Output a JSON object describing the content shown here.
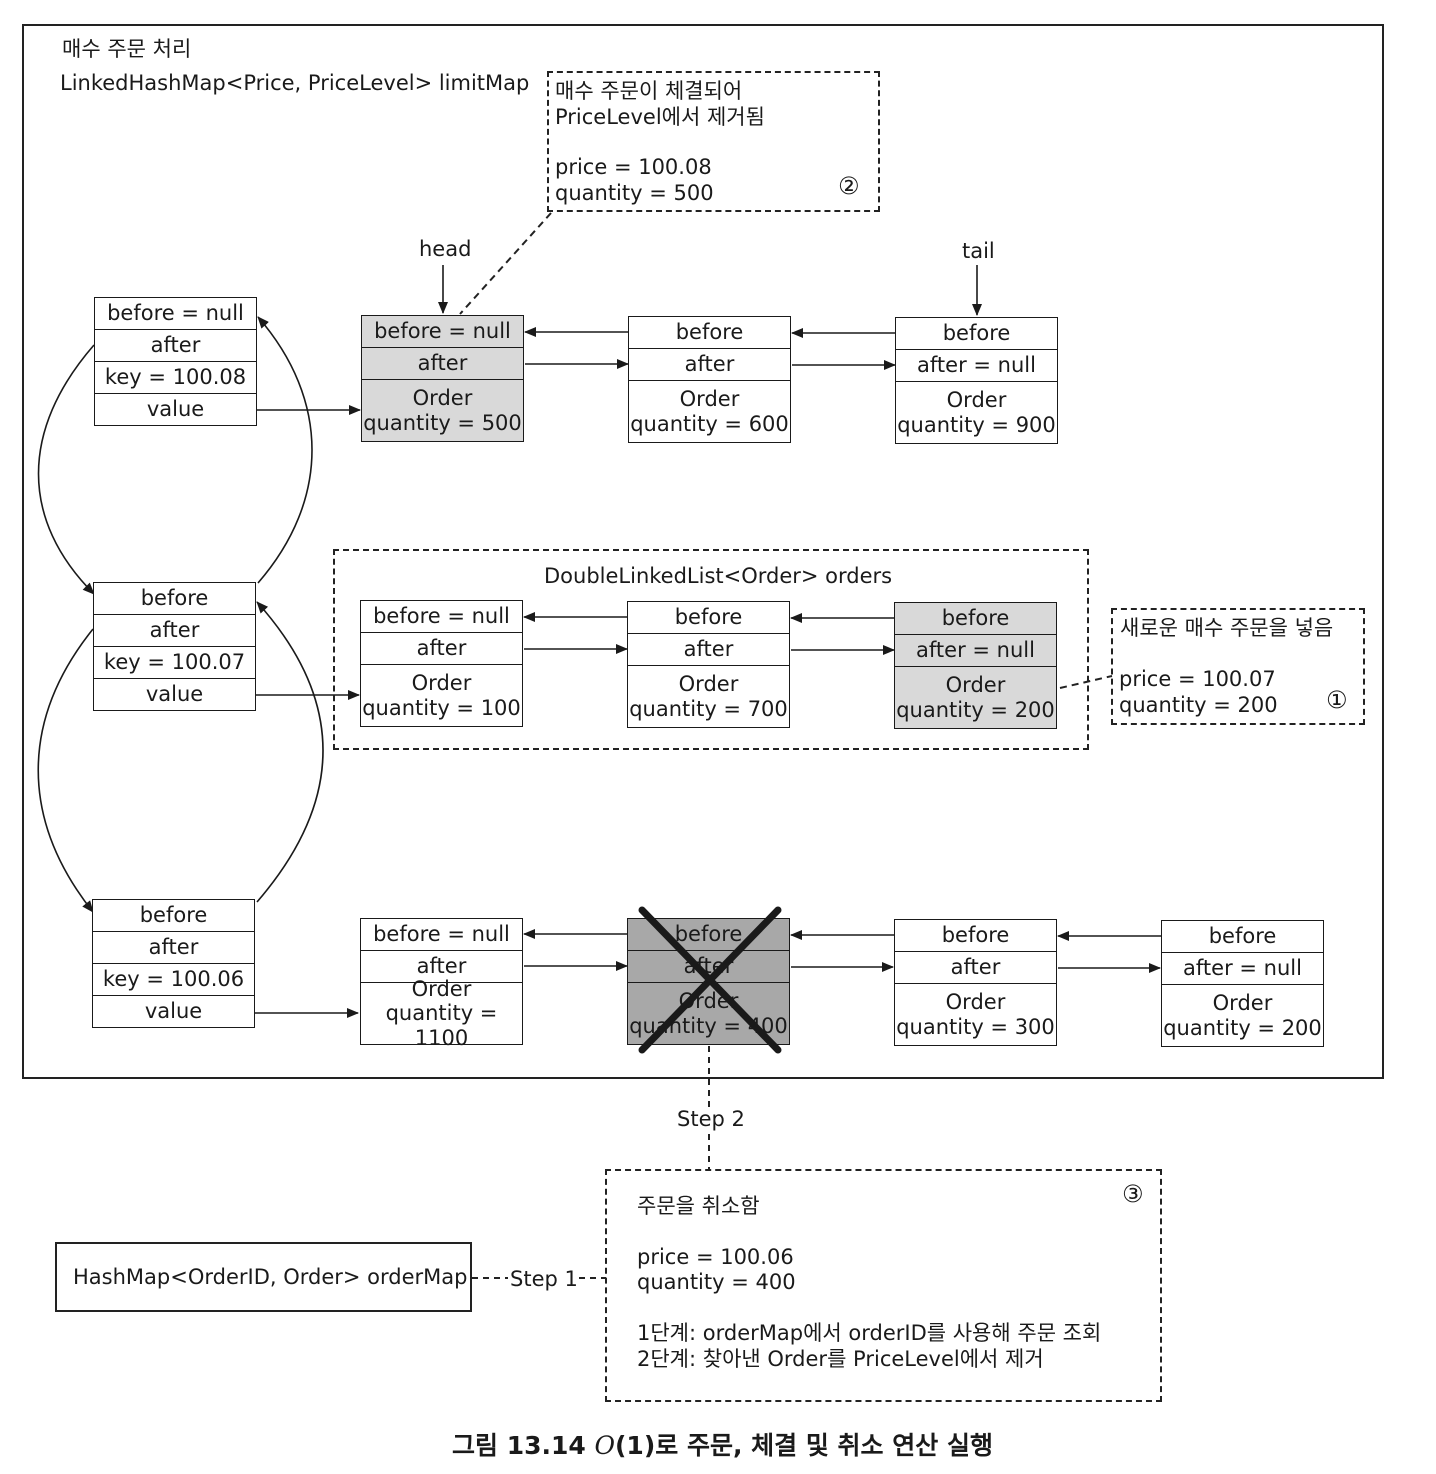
{
  "header": {
    "title": "매수 주문 처리",
    "limit_map": "LinkedHashMap<Price, PriceLevel> limitMap"
  },
  "price_levels": [
    {
      "before": "before = null",
      "after": "after",
      "key": "key = 100.08",
      "value": "value"
    },
    {
      "before": "before",
      "after": "after",
      "key": "key = 100.07",
      "value": "value"
    },
    {
      "before": "before",
      "after": "after",
      "key": "key = 100.06",
      "value": "value"
    }
  ],
  "row1": {
    "head_label": "head",
    "tail_label": "tail",
    "orders": [
      {
        "before": "before = null",
        "after": "after",
        "order": "Order",
        "quantity": "quantity = 500"
      },
      {
        "before": "before",
        "after": "after",
        "order": "Order",
        "quantity": "quantity = 600"
      },
      {
        "before": "before",
        "after": "after = null",
        "order": "Order",
        "quantity": "quantity = 900"
      }
    ]
  },
  "row2": {
    "list_label": "DoubleLinkedList<Order> orders",
    "orders": [
      {
        "before": "before = null",
        "after": "after",
        "order": "Order",
        "quantity": "quantity = 100"
      },
      {
        "before": "before",
        "after": "after",
        "order": "Order",
        "quantity": "quantity = 700"
      },
      {
        "before": "before",
        "after": "after = null",
        "order": "Order",
        "quantity": "quantity = 200"
      }
    ]
  },
  "row3": {
    "orders": [
      {
        "before": "before = null",
        "after": "after",
        "order": "Order",
        "quantity": "quantity = 1100"
      },
      {
        "before": "before",
        "after": "after",
        "order": "Order",
        "quantity": "quantity = 400"
      },
      {
        "before": "before",
        "after": "after",
        "order": "Order",
        "quantity": "quantity = 300"
      },
      {
        "before": "before",
        "after": "after = null",
        "order": "Order",
        "quantity": "quantity = 200"
      }
    ]
  },
  "callout_filled": {
    "line1": "매수 주문이 체결되어",
    "line2": "PriceLevel에서 제거됨",
    "price": "price = 100.08",
    "quantity": "quantity = 500",
    "num": "②"
  },
  "callout_new": {
    "line1": "새로운 매수 주문을 넣음",
    "price": "price = 100.07",
    "quantity": "quantity = 200",
    "num": "①"
  },
  "callout_cancel": {
    "line1": "주문을 취소함",
    "price": "price = 100.06",
    "quantity": "quantity = 400",
    "step_a": "1단계: orderMap에서 orderID를 사용해 주문 조회",
    "step_b": "2단계: 찾아낸 Order를 PriceLevel에서 제거",
    "num": "③"
  },
  "order_map": "HashMap<OrderID, Order> orderMap",
  "step1": "Step 1",
  "step2": "Step 2",
  "caption": {
    "prefix": "그림 13.14",
    "math": "O",
    "rest": "(1)로 주문, 체결 및 취소 연산 실행"
  }
}
